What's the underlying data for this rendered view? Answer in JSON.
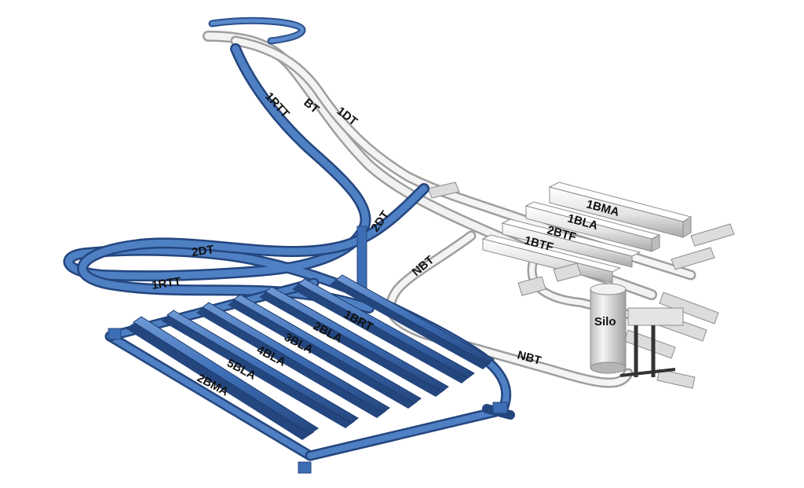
{
  "colors": {
    "new_repository": "#3d6eb5",
    "new_repository_dark": "#2a4f8a",
    "new_repository_light": "#6f9ad6",
    "existing_repository": "#e6e6e6",
    "existing_repository_dark": "#a8a8a8",
    "existing_repository_light": "#ffffff",
    "label_text": "#111111"
  },
  "labels": {
    "rtt1_upper": "1RTT",
    "bt": "BT",
    "dt1": "1DT",
    "dt2_ramp": "2DT",
    "dt2_loop": "2DT",
    "rtt1_loop": "1RTT",
    "nbt_upper": "NBT",
    "nbt_lower": "NBT",
    "bma1": "1BMA",
    "bla1": "1BLA",
    "btf2": "2BTF",
    "btf1": "1BTF",
    "silo": "Silo",
    "brt1": "1BRT",
    "bla2": "2BLA",
    "bla3": "3BLA",
    "bla4": "4BLA",
    "bla5": "5BLA",
    "bma2": "2BMA"
  }
}
